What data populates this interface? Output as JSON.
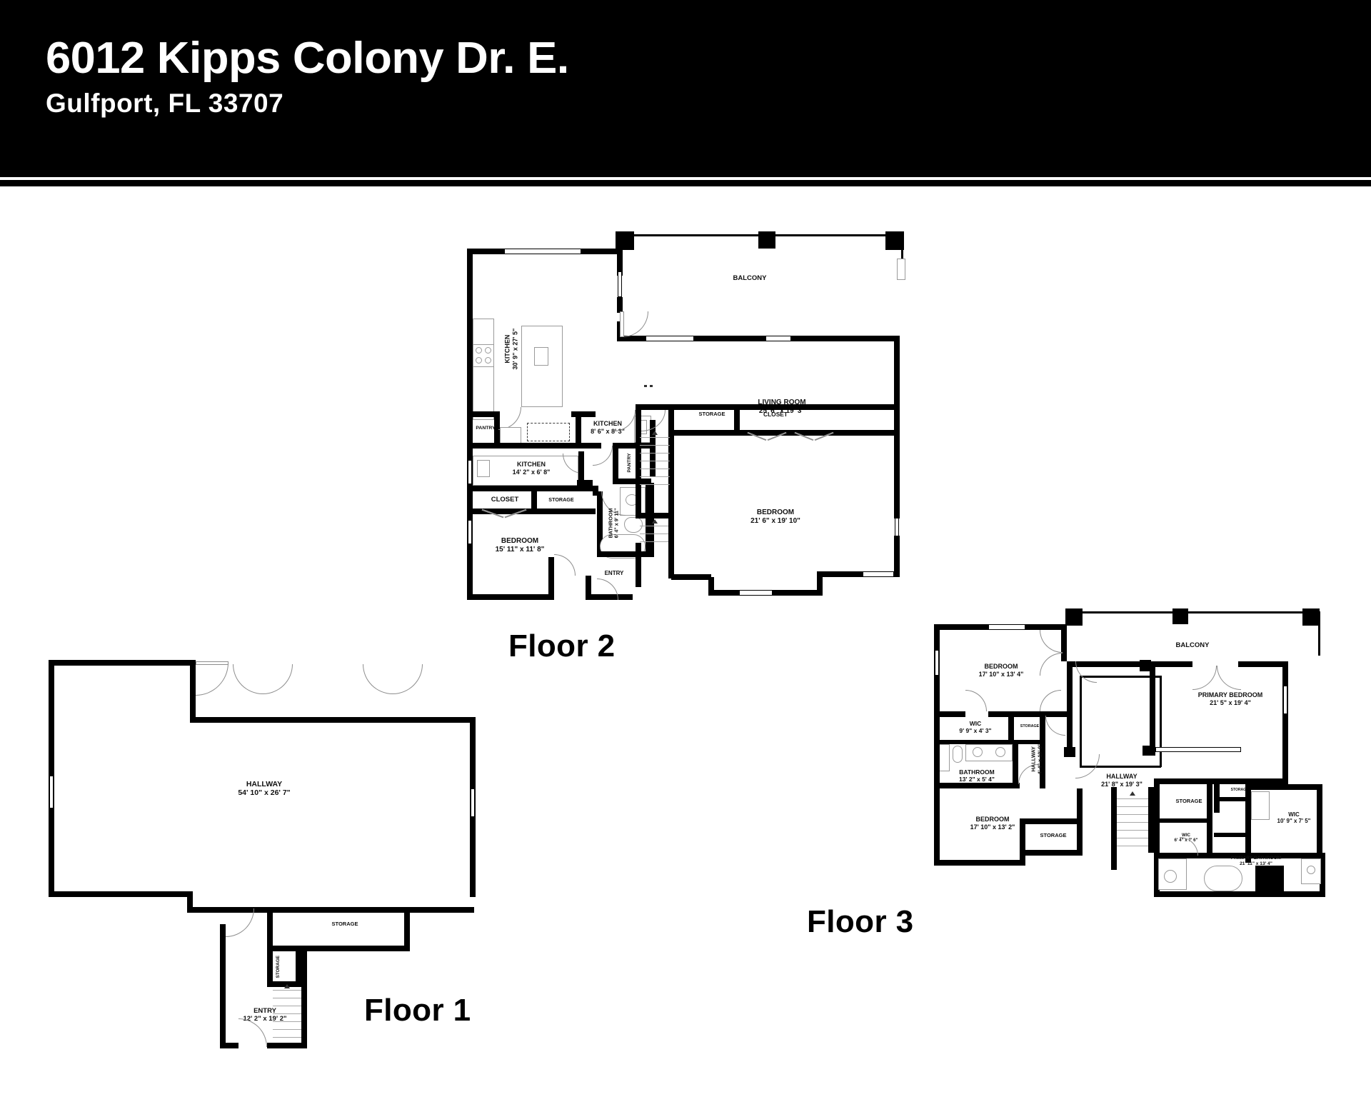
{
  "header": {
    "title": "6012 Kipps Colony Dr. E.",
    "subtitle": "Gulfport, FL 33707"
  },
  "floors": [
    {
      "id": "floor-1",
      "tag": "Floor 1",
      "rooms": [
        {
          "name": "HALLWAY",
          "dim": "54' 10\" x 26' 7\""
        },
        {
          "name": "STORAGE",
          "dim": ""
        },
        {
          "name": "STORAGE",
          "dim": ""
        },
        {
          "name": "ENTRY",
          "dim": "12' 2\" x 19' 2\""
        }
      ]
    },
    {
      "id": "floor-2",
      "tag": "Floor 2",
      "rooms": [
        {
          "name": "BALCONY",
          "dim": ""
        },
        {
          "name": "KITCHEN",
          "dim": "30' 9\" x 27' 5\""
        },
        {
          "name": "LIVING ROOM",
          "dim": "25' 6\" x 19' 3\""
        },
        {
          "name": "PANTRY",
          "dim": ""
        },
        {
          "name": "KITCHEN",
          "dim": "8' 6\" x 8' 3\""
        },
        {
          "name": "KITCHEN",
          "dim": "14' 2\" x 6' 8\""
        },
        {
          "name": "PANTRY",
          "dim": ""
        },
        {
          "name": "CLOSET",
          "dim": ""
        },
        {
          "name": "STORAGE",
          "dim": ""
        },
        {
          "name": "BATHROOM",
          "dim": "6' 4\" x 9' 11\""
        },
        {
          "name": "BEDROOM",
          "dim": "15' 11\" x 11' 8\""
        },
        {
          "name": "STORAGE",
          "dim": ""
        },
        {
          "name": "CLOSET",
          "dim": ""
        },
        {
          "name": "BEDROOM",
          "dim": "21' 6\" x 19' 10\""
        },
        {
          "name": "ENTRY",
          "dim": ""
        }
      ]
    },
    {
      "id": "floor-3",
      "tag": "Floor 3",
      "rooms": [
        {
          "name": "BALCONY",
          "dim": ""
        },
        {
          "name": "BEDROOM",
          "dim": "17' 10\" x 13' 4\""
        },
        {
          "name": "WIC",
          "dim": "9' 9\" x 4' 3\""
        },
        {
          "name": "STORAGE",
          "dim": ""
        },
        {
          "name": "BATHROOM",
          "dim": "13' 2\" x 5' 4\""
        },
        {
          "name": "HALLWAY",
          "dim": "4' 4\" x 10' 0\""
        },
        {
          "name": "PRIMARY BEDROOM",
          "dim": "21' 5\" x 19' 4\""
        },
        {
          "name": "HALLWAY",
          "dim": "21' 8\" x 19' 3\""
        },
        {
          "name": "BEDROOM",
          "dim": "17' 10\" x 13' 2\""
        },
        {
          "name": "STORAGE",
          "dim": ""
        },
        {
          "name": "STORAGE",
          "dim": ""
        },
        {
          "name": "STORAGE",
          "dim": ""
        },
        {
          "name": "WIC",
          "dim": "10' 9\" x 7' 5\""
        },
        {
          "name": "WIC",
          "dim": "6' 4\" x 7' 6\""
        },
        {
          "name": "PRIMARY BATHROOM",
          "dim": "21' 11\" x 13' 4\""
        }
      ]
    }
  ],
  "colors": {
    "wall": "#000000",
    "fixture_stroke": "#9a9a9a",
    "background": "#ffffff",
    "header_bg": "#000000",
    "header_text": "#ffffff"
  }
}
